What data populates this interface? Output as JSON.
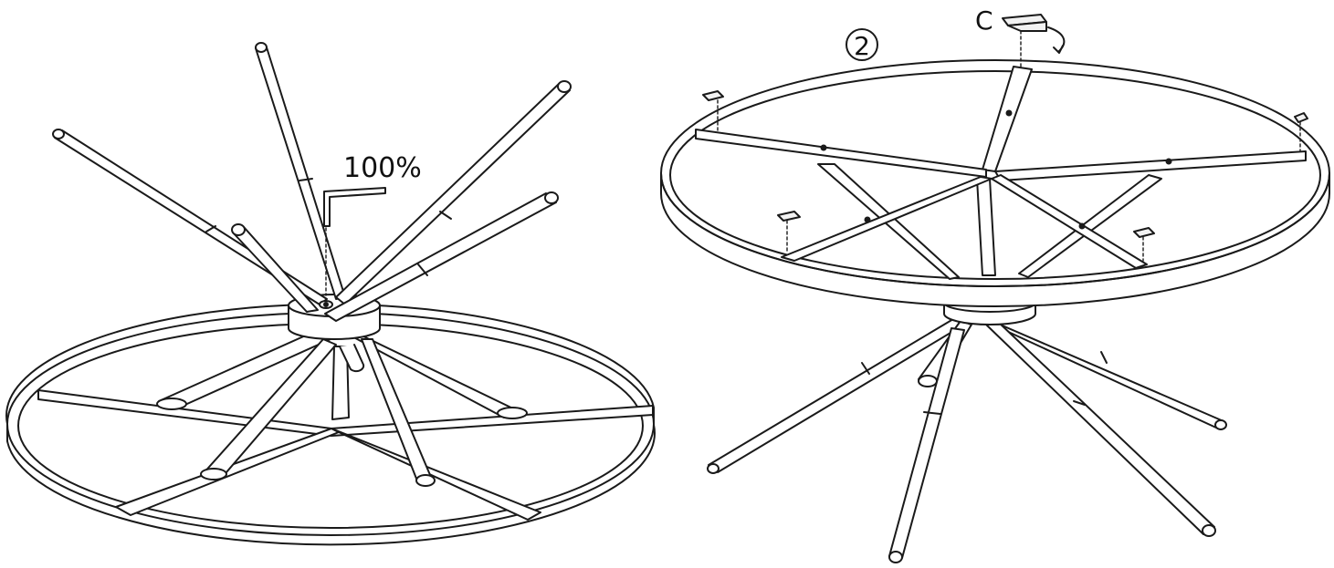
{
  "step_number": "2",
  "torque_label": "100%",
  "pad_label": "C",
  "colors": {
    "line": "#1a1a1a",
    "fill": "#ffffff",
    "pad": "#f2f2f2"
  },
  "icons": [
    "allen-key-icon",
    "rotate-arrow-icon"
  ]
}
